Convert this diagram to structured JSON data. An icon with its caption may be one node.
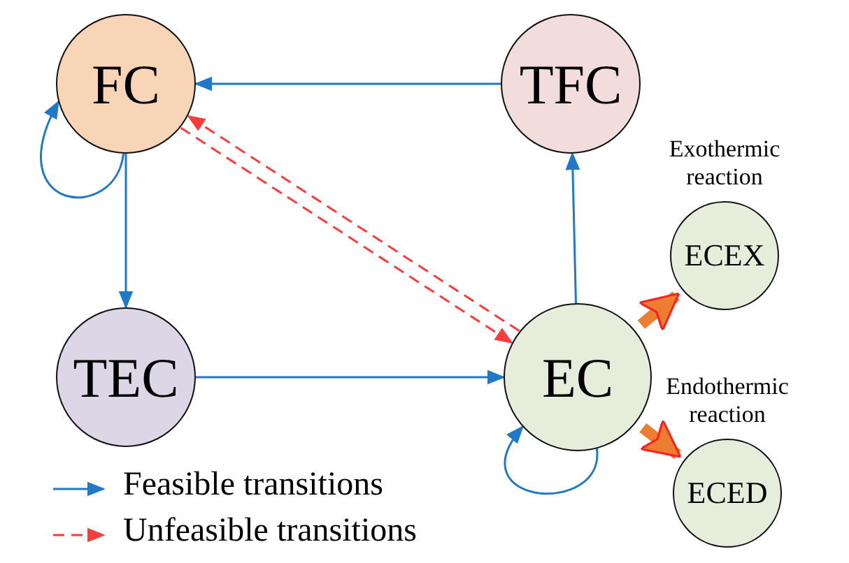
{
  "diagram": {
    "nodes": [
      {
        "text": [
          "FC"
        ]
      },
      {
        "text": [
          "TFC"
        ]
      },
      {
        "text": [
          "TEC"
        ]
      },
      {
        "text": [
          "EC"
        ]
      },
      {
        "text": [
          "ECEX"
        ],
        "beside": [
          "Exothermic reaction"
        ]
      },
      {
        "text": [
          "ECED"
        ],
        "beside": [
          "Endothermic reaction"
        ]
      }
    ],
    "edges": [
      {
        "from": 0,
        "to": 0,
        "arrow": "to"
      },
      {
        "from": 1,
        "to": 0,
        "arrow": "to"
      },
      {
        "from": 0,
        "to": 2,
        "arrow": "to"
      },
      {
        "from": 2,
        "to": 3,
        "arrow": "to"
      },
      {
        "from": 3,
        "to": 1,
        "arrow": "to"
      },
      {
        "from": 3,
        "to": 3,
        "arrow": "to"
      },
      {
        "from": 3,
        "to": 0,
        "arrow": "to",
        "style": "dashed",
        "color": "#ff3b3b"
      },
      {
        "from": 0,
        "to": 3,
        "arrow": "to",
        "style": "dashed",
        "color": "#ff3b3b"
      },
      {
        "from": 3,
        "to": 4,
        "arrow": "to",
        "style": "thick",
        "color": "#ed7d31"
      },
      {
        "from": 3,
        "to": 5,
        "arrow": "to",
        "style": "thick",
        "color": "#ed7d31"
      }
    ],
    "legend": [
      {
        "text": "Feasible transitions"
      },
      {
        "text": "Unfeasible transitions"
      }
    ]
  }
}
